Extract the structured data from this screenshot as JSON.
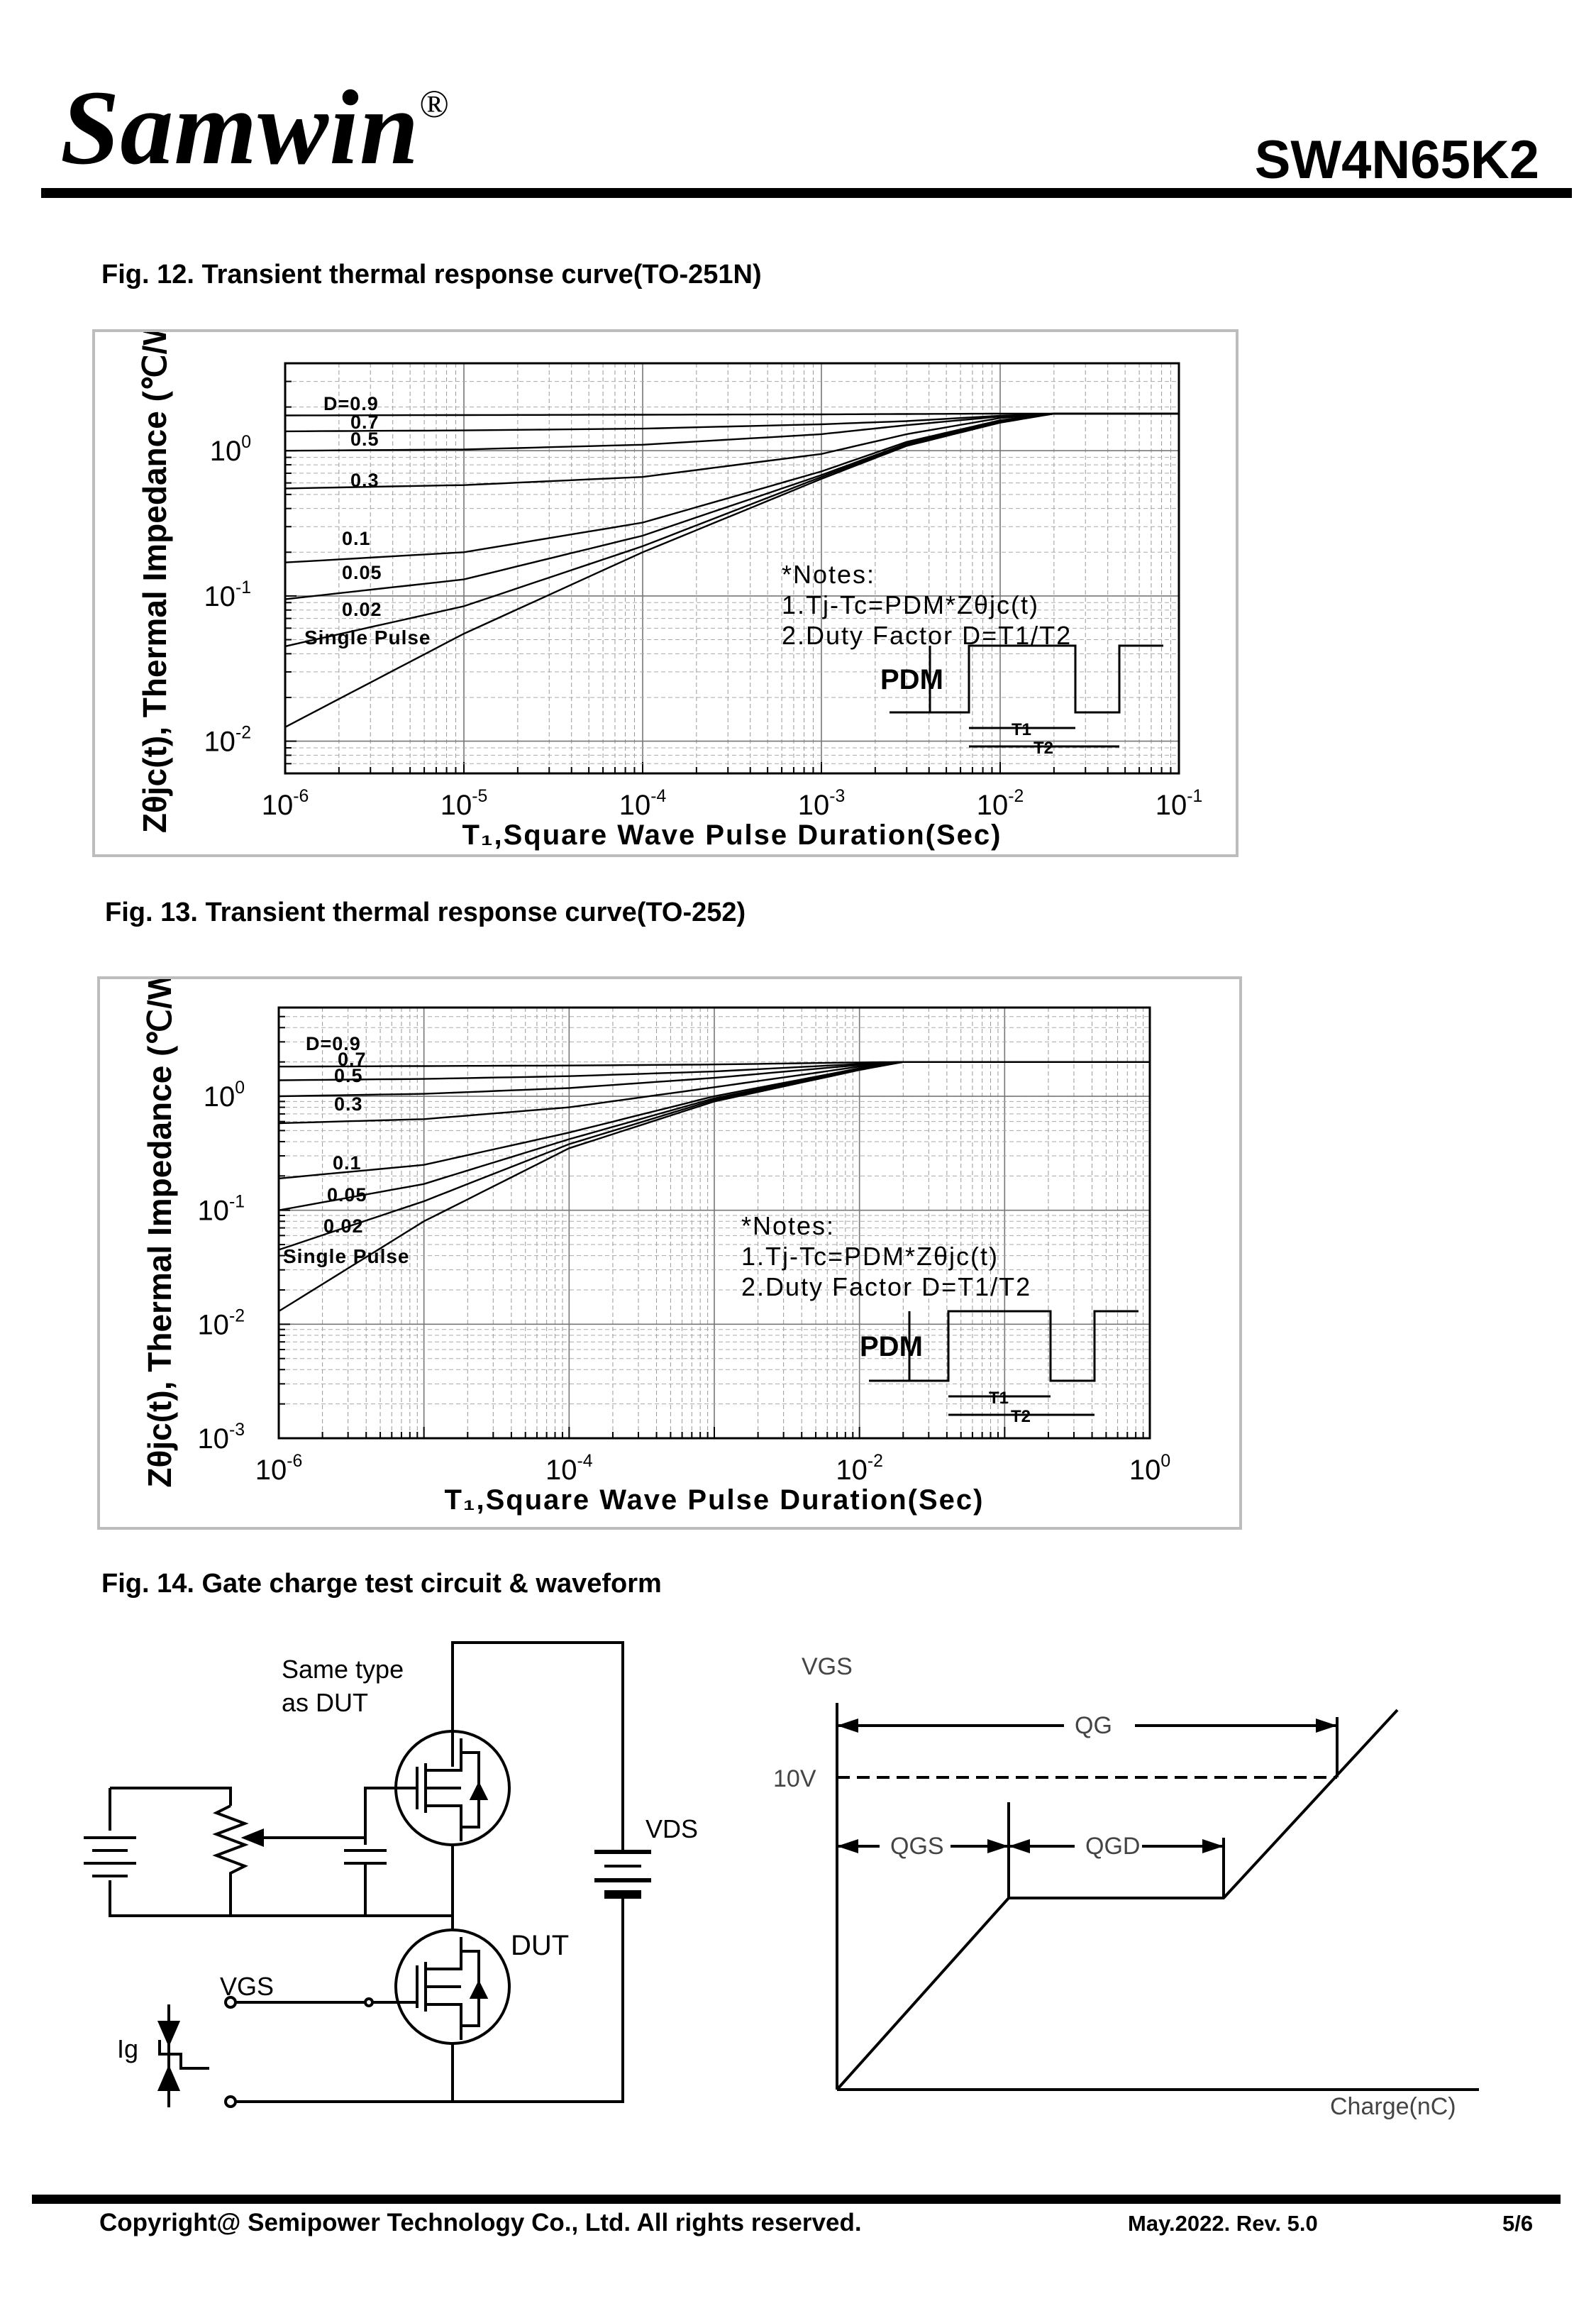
{
  "header": {
    "brand": "Samwin",
    "brand_mark": "®",
    "part_number": "SW4N65K2"
  },
  "fig12": {
    "caption": "Fig. 12. Transient thermal response curve(TO-251N)",
    "chart_data": {
      "type": "line",
      "x_scale": "log",
      "y_scale": "log",
      "xlabel": "T₁,Square Wave Pulse Duration(Sec)",
      "ylabel": "Zθjc(t), Thermal Impedance (℃/W)",
      "xlim": [
        1e-06,
        0.1
      ],
      "ylim": [
        0.006,
        4
      ],
      "xticks": [
        "10-6",
        "10-5",
        "10-4",
        "10-3",
        "10-2",
        "10-1"
      ],
      "yticks": [
        "10-2",
        "10-1",
        "100"
      ],
      "grid": true,
      "series": [
        {
          "name": "D=0.9",
          "x": [
            1e-06,
            1e-05,
            0.0001,
            0.001,
            0.003,
            0.01,
            0.02,
            0.1
          ],
          "y": [
            1.75,
            1.76,
            1.77,
            1.78,
            1.79,
            1.8,
            1.8,
            1.8
          ]
        },
        {
          "name": "0.7",
          "x": [
            1e-06,
            1e-05,
            0.0001,
            0.001,
            0.003,
            0.01,
            0.02,
            0.1
          ],
          "y": [
            1.36,
            1.38,
            1.42,
            1.52,
            1.6,
            1.74,
            1.8,
            1.8
          ]
        },
        {
          "name": "0.5",
          "x": [
            1e-06,
            1e-05,
            0.0001,
            0.001,
            0.003,
            0.01,
            0.02,
            0.1
          ],
          "y": [
            1.0,
            1.02,
            1.1,
            1.3,
            1.5,
            1.72,
            1.8,
            1.8
          ]
        },
        {
          "name": "0.3",
          "x": [
            1e-06,
            1e-05,
            0.0001,
            0.001,
            0.003,
            0.01,
            0.02,
            0.1
          ],
          "y": [
            0.55,
            0.58,
            0.66,
            0.95,
            1.3,
            1.68,
            1.8,
            1.8
          ]
        },
        {
          "name": "0.1",
          "x": [
            1e-06,
            1e-05,
            0.0001,
            0.001,
            0.003,
            0.01,
            0.02,
            0.1
          ],
          "y": [
            0.17,
            0.2,
            0.32,
            0.72,
            1.15,
            1.62,
            1.8,
            1.8
          ]
        },
        {
          "name": "0.05",
          "x": [
            1e-06,
            1e-05,
            0.0001,
            0.001,
            0.003,
            0.01,
            0.02,
            0.1
          ],
          "y": [
            0.095,
            0.13,
            0.26,
            0.68,
            1.12,
            1.6,
            1.8,
            1.8
          ]
        },
        {
          "name": "0.02",
          "x": [
            1e-06,
            1e-05,
            0.0001,
            0.001,
            0.003,
            0.01,
            0.02,
            0.1
          ],
          "y": [
            0.045,
            0.085,
            0.22,
            0.66,
            1.1,
            1.58,
            1.8,
            1.8
          ]
        },
        {
          "name": "Single Pulse",
          "x": [
            1e-06,
            1e-05,
            0.0001,
            0.001,
            0.003,
            0.01,
            0.02,
            0.1
          ],
          "y": [
            0.0125,
            0.055,
            0.2,
            0.64,
            1.08,
            1.56,
            1.8,
            1.8
          ]
        }
      ],
      "notes": [
        "*Notes:",
        "1.Tj-Tc=PDM*Zθjc(t)",
        "2.Duty Factor D=T1/T2"
      ],
      "inset": {
        "pdm": "PDM",
        "t1": "T1",
        "t2": "T2"
      }
    }
  },
  "fig13": {
    "caption": "Fig. 13. Transient thermal response curve(TO-252)",
    "chart_data": {
      "type": "line",
      "x_scale": "log",
      "y_scale": "log",
      "xlabel": "T₁,Square Wave Pulse Duration(Sec)",
      "ylabel": "Zθjc(t), Thermal Impedance (℃/W)",
      "xlim": [
        1e-06,
        1
      ],
      "ylim": [
        0.001,
        6
      ],
      "xticks": [
        "10-6",
        "10-4",
        "10-2",
        "100"
      ],
      "yticks": [
        "10-3",
        "10-2",
        "10-1",
        "100"
      ],
      "grid": true,
      "series": [
        {
          "name": "D=0.9",
          "x": [
            1e-06,
            1e-05,
            0.0001,
            0.001,
            0.01,
            0.02,
            0.1,
            1
          ],
          "y": [
            1.82,
            1.84,
            1.86,
            1.9,
            1.98,
            2.0,
            2.0,
            2.0
          ]
        },
        {
          "name": "0.7",
          "x": [
            1e-06,
            1e-05,
            0.0001,
            0.001,
            0.01,
            0.02,
            0.1,
            1
          ],
          "y": [
            1.38,
            1.42,
            1.5,
            1.65,
            1.92,
            2.0,
            2.0,
            2.0
          ]
        },
        {
          "name": "0.5",
          "x": [
            1e-06,
            1e-05,
            0.0001,
            0.001,
            0.01,
            0.02,
            0.1,
            1
          ],
          "y": [
            1.0,
            1.05,
            1.18,
            1.45,
            1.88,
            2.0,
            2.0,
            2.0
          ]
        },
        {
          "name": "0.3",
          "x": [
            1e-06,
            1e-05,
            0.0001,
            0.001,
            0.01,
            0.02,
            0.1,
            1
          ],
          "y": [
            0.58,
            0.63,
            0.8,
            1.2,
            1.82,
            2.0,
            2.0,
            2.0
          ]
        },
        {
          "name": "0.1",
          "x": [
            1e-06,
            1e-05,
            0.0001,
            0.001,
            0.01,
            0.02,
            0.1,
            1
          ],
          "y": [
            0.19,
            0.25,
            0.48,
            1.0,
            1.76,
            2.0,
            2.0,
            2.0
          ]
        },
        {
          "name": "0.05",
          "x": [
            1e-06,
            1e-05,
            0.0001,
            0.001,
            0.01,
            0.02,
            0.1,
            1
          ],
          "y": [
            0.1,
            0.17,
            0.42,
            0.96,
            1.74,
            2.0,
            2.0,
            2.0
          ]
        },
        {
          "name": "0.02",
          "x": [
            1e-06,
            1e-05,
            0.0001,
            0.001,
            0.01,
            0.02,
            0.1,
            1
          ],
          "y": [
            0.045,
            0.12,
            0.38,
            0.93,
            1.72,
            2.0,
            2.0,
            2.0
          ]
        },
        {
          "name": "Single Pulse",
          "x": [
            1e-06,
            1e-05,
            0.0001,
            0.001,
            0.01,
            0.02,
            0.1,
            1
          ],
          "y": [
            0.013,
            0.08,
            0.35,
            0.9,
            1.7,
            2.0,
            2.0,
            2.0
          ]
        }
      ],
      "notes": [
        "*Notes:",
        "1.Tj-Tc=PDM*Zθjc(t)",
        "2.Duty Factor D=T1/T2"
      ],
      "inset": {
        "pdm": "PDM",
        "t1": "T1",
        "t2": "T2"
      }
    }
  },
  "fig14": {
    "caption": "Fig. 14. Gate charge test circuit & waveform",
    "circuit": {
      "same_type_line1": "Same type",
      "same_type_line2": "as DUT",
      "vds": "VDS",
      "dut": "DUT",
      "vgs": "VGS",
      "ig": "Ig"
    },
    "waveform": {
      "y_axis": "VGS",
      "x_axis": "Charge(nC)",
      "level": "10V",
      "qg": "QG",
      "qgs": "QGS",
      "qgd": "QGD"
    }
  },
  "footer": {
    "copyright": "Copyright@ Semipower Technology Co., Ltd. All rights reserved.",
    "revision": "May.2022. Rev. 5.0",
    "page": "5/6"
  }
}
